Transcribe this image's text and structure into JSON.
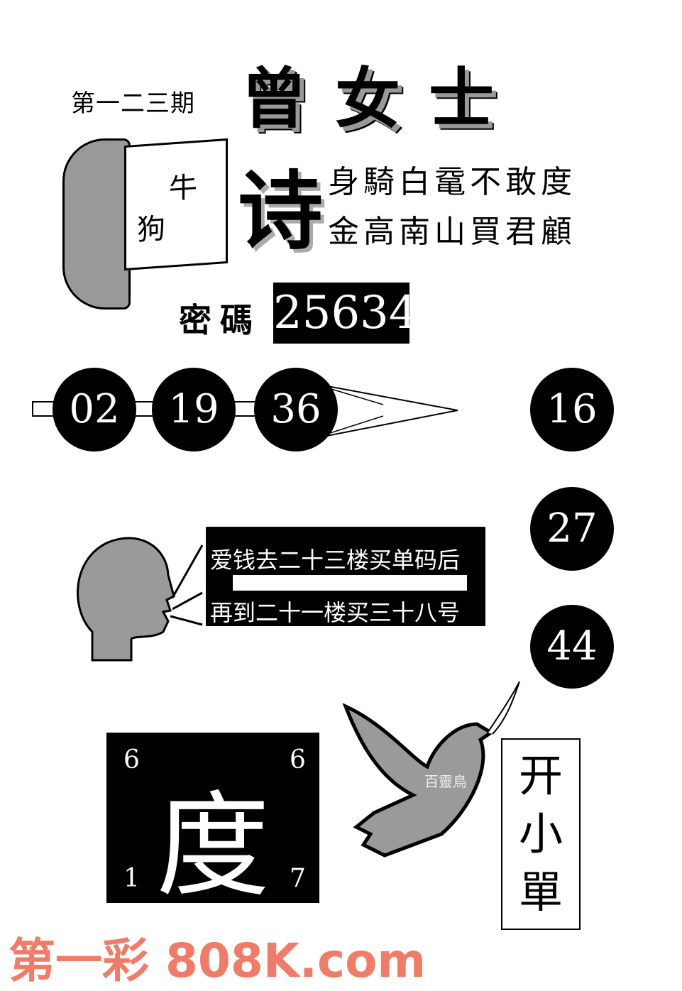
{
  "header": {
    "issue": "第一二三期",
    "title": "曾女士"
  },
  "riddle_card": {
    "char_top": "牛",
    "char_bottom": "狗"
  },
  "poem": {
    "label": "诗",
    "line1": "身騎白鼋不敢度",
    "line2": "金高南山買君顧"
  },
  "password": {
    "label": "密碼",
    "value": "25634"
  },
  "arrow_balls": [
    "02",
    "19",
    "36"
  ],
  "side_balls": [
    "16",
    "27",
    "44"
  ],
  "speech": {
    "line1": "爱钱去二十三楼买单码后",
    "line2": "再到二十一楼买三十八号"
  },
  "du_box": {
    "char": "度",
    "top_left": "6",
    "top_right": "6",
    "bottom_left": "1",
    "bottom_right": "7"
  },
  "bird": {
    "label": "百靈鳥",
    "fill_color": "#9a9a9a"
  },
  "vertical_box": {
    "chars": [
      "开",
      "小",
      "單"
    ]
  },
  "footer": {
    "watermark": "第一彩 808K.com",
    "color": "#f07b66"
  }
}
